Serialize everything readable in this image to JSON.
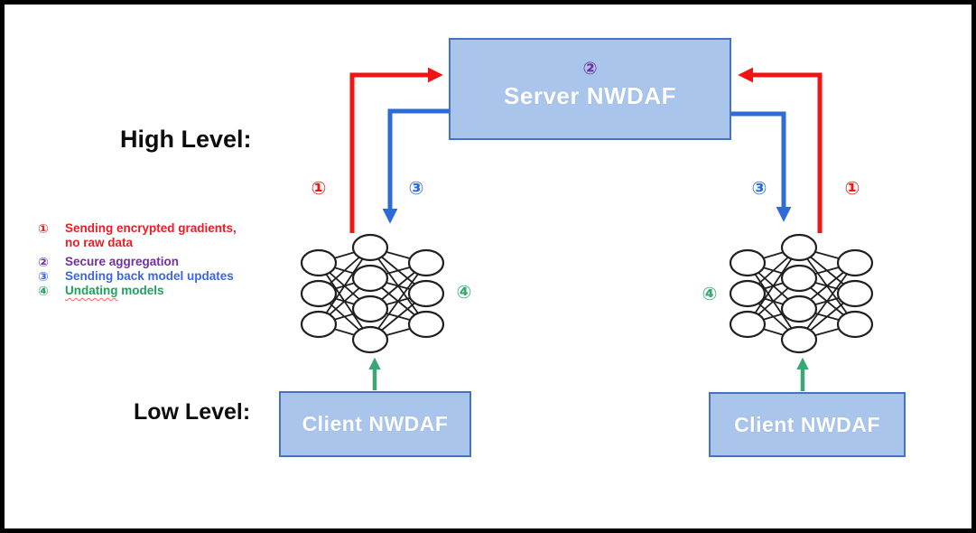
{
  "titles": {
    "high": "High Level:",
    "low": "Low Level:"
  },
  "server": {
    "label": "Server NWDAF",
    "badge": "②"
  },
  "clients": {
    "left_label": "Client NWDAF",
    "right_label": "Client NWDAF"
  },
  "legend": {
    "items": [
      {
        "num": "①",
        "lines": [
          "Sending encrypted gradients,",
          "no raw data"
        ],
        "color": "#ed1c24"
      },
      {
        "num": "②",
        "text": "Secure aggregation",
        "color": "#7030a0"
      },
      {
        "num": "③",
        "text": "Sending back model updates",
        "color": "#3b66e0"
      },
      {
        "num": "④",
        "word_misspelled": "Undating",
        "word_rest": " models",
        "color": "#1ca35c"
      }
    ]
  },
  "step_labels": {
    "left_red": "①",
    "left_blue": "③",
    "right_blue": "③",
    "right_red": "①",
    "left_green": "④",
    "right_green": "④"
  },
  "colors": {
    "arrow_red": "#f01414",
    "arrow_blue": "#2e6bd8",
    "arrow_green": "#3aa874",
    "box_fill": "#a9c5ec",
    "box_border": "#4472c4",
    "badge_purple": "#7030a0",
    "node_stroke": "#1f1f1f"
  },
  "network": {
    "layers": [
      3,
      4,
      3
    ]
  }
}
